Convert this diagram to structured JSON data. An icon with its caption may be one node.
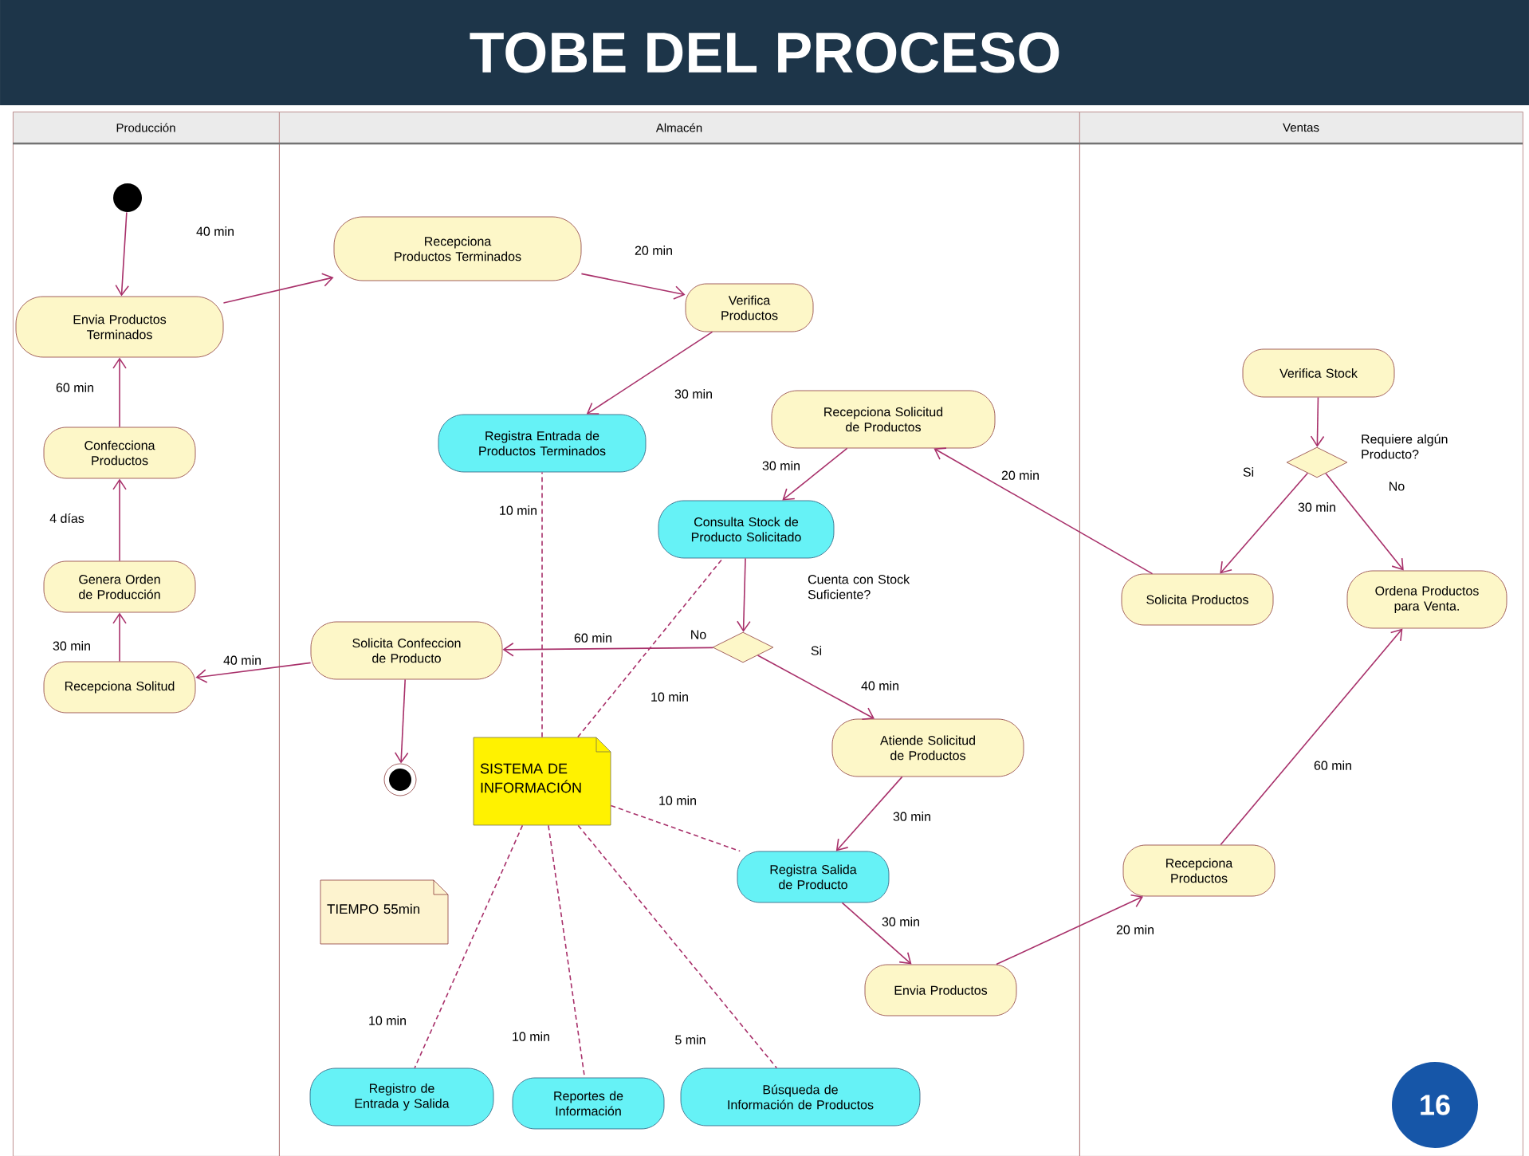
{
  "diagram": {
    "title": "TOBE DEL PROCESO",
    "nodes": [
      {
        "text": [
          "Producción"
        ]
      },
      {
        "text": [
          "Almacén"
        ]
      },
      {
        "text": [
          "Ventas"
        ]
      },
      {
        "text": [],
        "shape": "circle",
        "in": 0
      },
      {
        "text": [
          "Envia Productos Terminados"
        ],
        "in": 0
      },
      {
        "text": [
          "Confecciona Productos"
        ],
        "in": 0
      },
      {
        "text": [
          "Genera Orden de Producción"
        ],
        "in": 0
      },
      {
        "text": [
          "Recepciona Solitud"
        ],
        "in": 0
      },
      {
        "text": [
          "Recepciona Productos Terminados"
        ],
        "in": 1
      },
      {
        "text": [
          "Verifica Productos"
        ],
        "in": 1
      },
      {
        "text": [
          "Registra Entrada de Productos Terminados"
        ],
        "in": 1
      },
      {
        "text": [
          "Recepciona Solicitud de Productos"
        ],
        "in": 1
      },
      {
        "text": [
          "Consulta Stock de Producto Solicitado"
        ],
        "in": 1
      },
      {
        "text": [],
        "shape": "diamond",
        "in": 1
      },
      {
        "text": [
          "Solicita Confeccion de Producto"
        ],
        "in": 1
      },
      {
        "text": [],
        "shape": "circle",
        "in": 1
      },
      {
        "text": [
          "Atiende Solicitud de Productos"
        ],
        "in": 1
      },
      {
        "text": [
          "SISTEMA DE INFORMACIÓN"
        ],
        "in": 1
      },
      {
        "text": [
          "TIEMPO 55min"
        ],
        "in": 1
      },
      {
        "text": [
          "Registra Salida de Producto"
        ],
        "in": 1
      },
      {
        "text": [
          "Envia Productos"
        ],
        "in": 1
      },
      {
        "text": [
          "Registro de Entrada y Salida"
        ],
        "in": 1
      },
      {
        "text": [
          "Reportes de Información"
        ],
        "in": 1
      },
      {
        "text": [
          "Búsqueda de Información de Productos"
        ],
        "in": 1
      },
      {
        "text": [
          "Verifica Stock"
        ],
        "in": 2
      },
      {
        "text": [],
        "shape": "diamond",
        "in": 2
      },
      {
        "text": [
          "Solicita Productos"
        ],
        "in": 2
      },
      {
        "text": [
          "Ordena Productos para Venta."
        ],
        "in": 2
      },
      {
        "text": [
          "Recepciona Productos"
        ],
        "in": 2
      }
    ],
    "edges": [
      {
        "from": 3,
        "to": 4,
        "arrow": "to"
      },
      {
        "from": 4,
        "to": 8,
        "arrow": "to",
        "label": "40 min"
      },
      {
        "from": 8,
        "to": 9,
        "arrow": "to",
        "label": "20 min"
      },
      {
        "from": 9,
        "to": 10,
        "arrow": "to",
        "label": "30 min"
      },
      {
        "from": 5,
        "to": 4,
        "arrow": "to",
        "label": "60 min"
      },
      {
        "from": 6,
        "to": 5,
        "arrow": "to",
        "label": "4 días"
      },
      {
        "from": 7,
        "to": 6,
        "arrow": "to",
        "label": "30 min"
      },
      {
        "from": 11,
        "to": 12,
        "arrow": "to",
        "label": "30 min"
      },
      {
        "from": 12,
        "to": 13,
        "arrow": "to"
      },
      {
        "from": 13,
        "to": 14,
        "arrow": "to",
        "label": "60 min"
      },
      {
        "from": 14,
        "to": 7,
        "arrow": "to",
        "label": "40 min"
      },
      {
        "from": 14,
        "to": 15,
        "arrow": "to"
      },
      {
        "from": 13,
        "to": 16,
        "arrow": "to",
        "label": "40 min"
      },
      {
        "from": 16,
        "to": 19,
        "arrow": "to",
        "label": "30 min"
      },
      {
        "from": 19,
        "to": 20,
        "arrow": "to",
        "label": "30 min"
      },
      {
        "from": 20,
        "to": 28,
        "arrow": "to",
        "label": "20 min"
      },
      {
        "from": 28,
        "to": 27,
        "arrow": "to",
        "label": "60 min"
      },
      {
        "from": 24,
        "to": 25,
        "arrow": "to"
      },
      {
        "from": 25,
        "to": 26,
        "arrow": "to",
        "label": "30 min"
      },
      {
        "from": 25,
        "to": 27,
        "arrow": "to"
      },
      {
        "from": 26,
        "to": 11,
        "arrow": "to",
        "label": "20 min"
      },
      {
        "from": 17,
        "to": 10,
        "arrow": "none",
        "style": "dashed",
        "label": "10 min"
      },
      {
        "from": 17,
        "to": 12,
        "arrow": "none",
        "style": "dashed",
        "label": "10 min"
      },
      {
        "from": 17,
        "to": 19,
        "arrow": "none",
        "style": "dashed",
        "label": "10 min"
      },
      {
        "from": 17,
        "to": 21,
        "arrow": "none",
        "style": "dashed",
        "label": "10 min"
      },
      {
        "from": 17,
        "to": 22,
        "arrow": "none",
        "style": "dashed",
        "label": "10 min"
      },
      {
        "from": 17,
        "to": 23,
        "arrow": "none",
        "style": "dashed",
        "label": "5 min"
      }
    ],
    "labels": [
      "Requiere algún Producto?",
      "Si",
      "No",
      "Cuenta con Stock Suficiente?",
      "No",
      "Si",
      "16"
    ]
  }
}
